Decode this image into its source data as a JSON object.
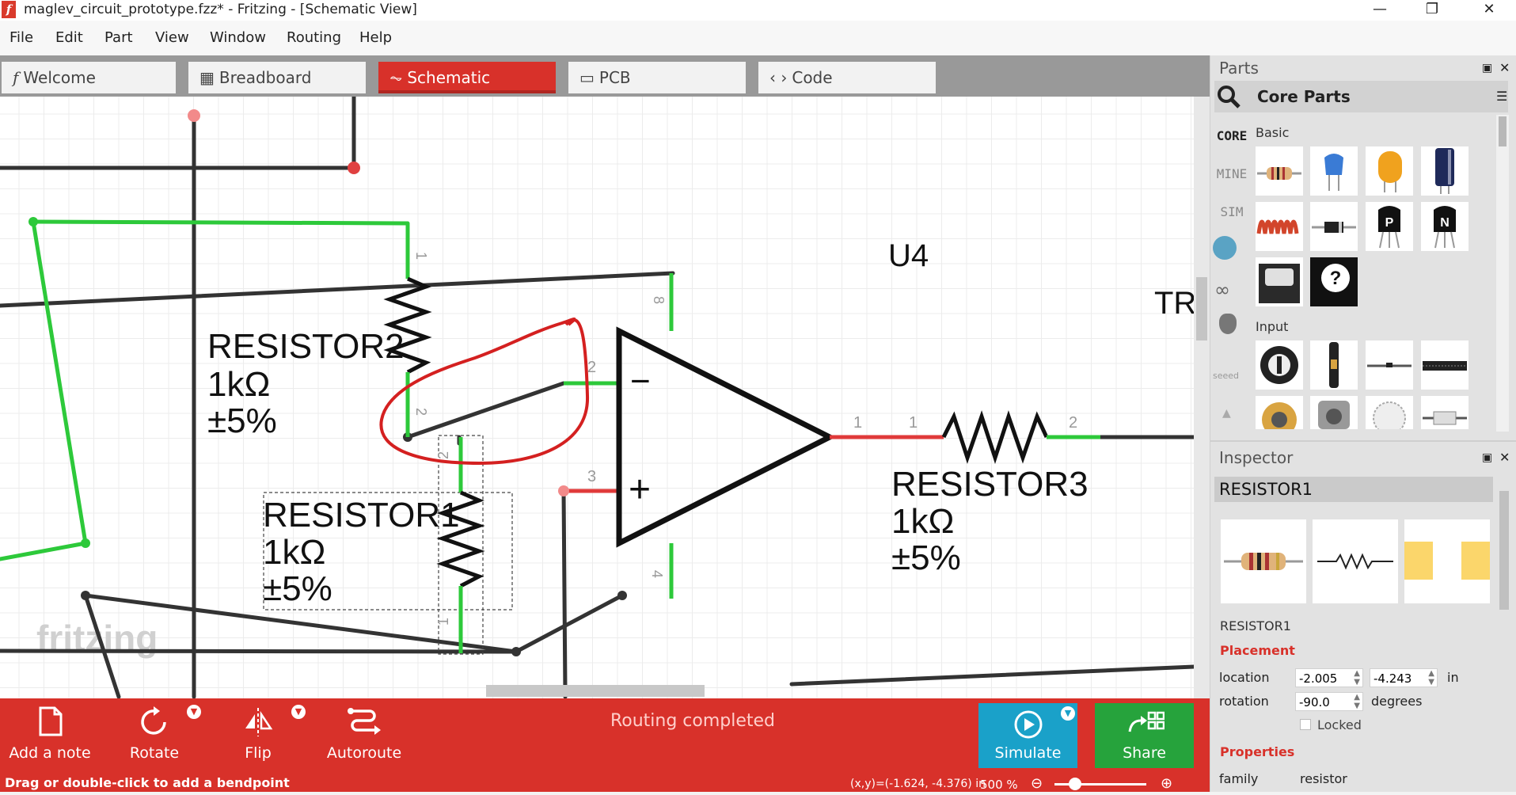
{
  "window": {
    "title": "maglev_circuit_prototype.fzz* - Fritzing - [Schematic View]",
    "app_icon": "f",
    "minimize": "—",
    "restore": "❐",
    "close": "✕"
  },
  "menu": [
    "File",
    "Edit",
    "Part",
    "View",
    "Window",
    "Routing",
    "Help"
  ],
  "tabs": [
    {
      "label": "Welcome",
      "icon": "fritzing-f-icon",
      "glyph": "f"
    },
    {
      "label": "Breadboard",
      "icon": "breadboard-icon",
      "glyph": "▦"
    },
    {
      "label": "Schematic",
      "icon": "schematic-icon",
      "glyph": "⏦"
    },
    {
      "label": "PCB",
      "icon": "pcb-icon",
      "glyph": "▭"
    },
    {
      "label": "Code",
      "icon": "code-icon",
      "glyph": "‹ ›"
    }
  ],
  "canvas": {
    "watermark": "fritzing",
    "parts": [
      {
        "name": "RESISTOR2",
        "value": "1kΩ",
        "tolerance": "±5%"
      },
      {
        "name": "RESISTOR1",
        "value": "1kΩ",
        "tolerance": "±5%"
      },
      {
        "name": "RESISTOR3",
        "value": "1kΩ",
        "tolerance": "±5%"
      }
    ],
    "opamp_label": "U4",
    "cut_label": "TR",
    "pin_labels": {
      "r2_pin1": "1",
      "r2_pin2": "2",
      "u4_pin8": "8",
      "u4_pin2": "2",
      "u4_pin3": "3",
      "u4_pin4": "4",
      "u4_pin1": "1",
      "r3_pin1": "1",
      "r3_pin2": "2",
      "r1_pin2": "2",
      "r1_pin1": "1"
    },
    "opamp_minus": "−",
    "opamp_plus": "+"
  },
  "toolbar": {
    "add_note": "Add a note",
    "rotate": "Rotate",
    "flip": "Flip",
    "autoroute": "Autoroute",
    "routing_status": "Routing completed",
    "simulate": "Simulate",
    "share": "Share",
    "caret": "▼"
  },
  "status": {
    "message": "Drag or double-click to add a bendpoint",
    "coords": "(x,y)=(-1.624, -4.376) in",
    "zoom": "500 %",
    "zoom_out": "⊖",
    "zoom_in": "⊕"
  },
  "parts_panel": {
    "title": "Parts",
    "bin_title": "Core Parts",
    "bins": [
      "CORE",
      "MINE",
      "SIM"
    ],
    "sections": [
      "Basic",
      "Input"
    ],
    "icons": [
      "magnifier-icon",
      "arduino-bin-icon",
      "infinity-bin-icon",
      "pepper-bin-icon",
      "seeed-bin-icon"
    ],
    "seeed": "seeed"
  },
  "inspector": {
    "title": "Inspector",
    "part_name": "RESISTOR1",
    "title_label": "RESISTOR1",
    "placement": "Placement",
    "location_label": "location",
    "location_x": "-2.005",
    "location_y": "-4.243",
    "location_unit": "in",
    "rotation_label": "rotation",
    "rotation_value": "-90.0",
    "rotation_unit": "degrees",
    "locked_label": "Locked",
    "properties": "Properties",
    "family_label": "family",
    "family_value": "resistor"
  },
  "colors": {
    "accent": "#d8312a",
    "simulate": "#1aa1c9",
    "share": "#26a33c",
    "wire": "#333333",
    "connected": "#2dc93a",
    "unconnected": "#e03a3a",
    "annotation": "#d42020"
  }
}
